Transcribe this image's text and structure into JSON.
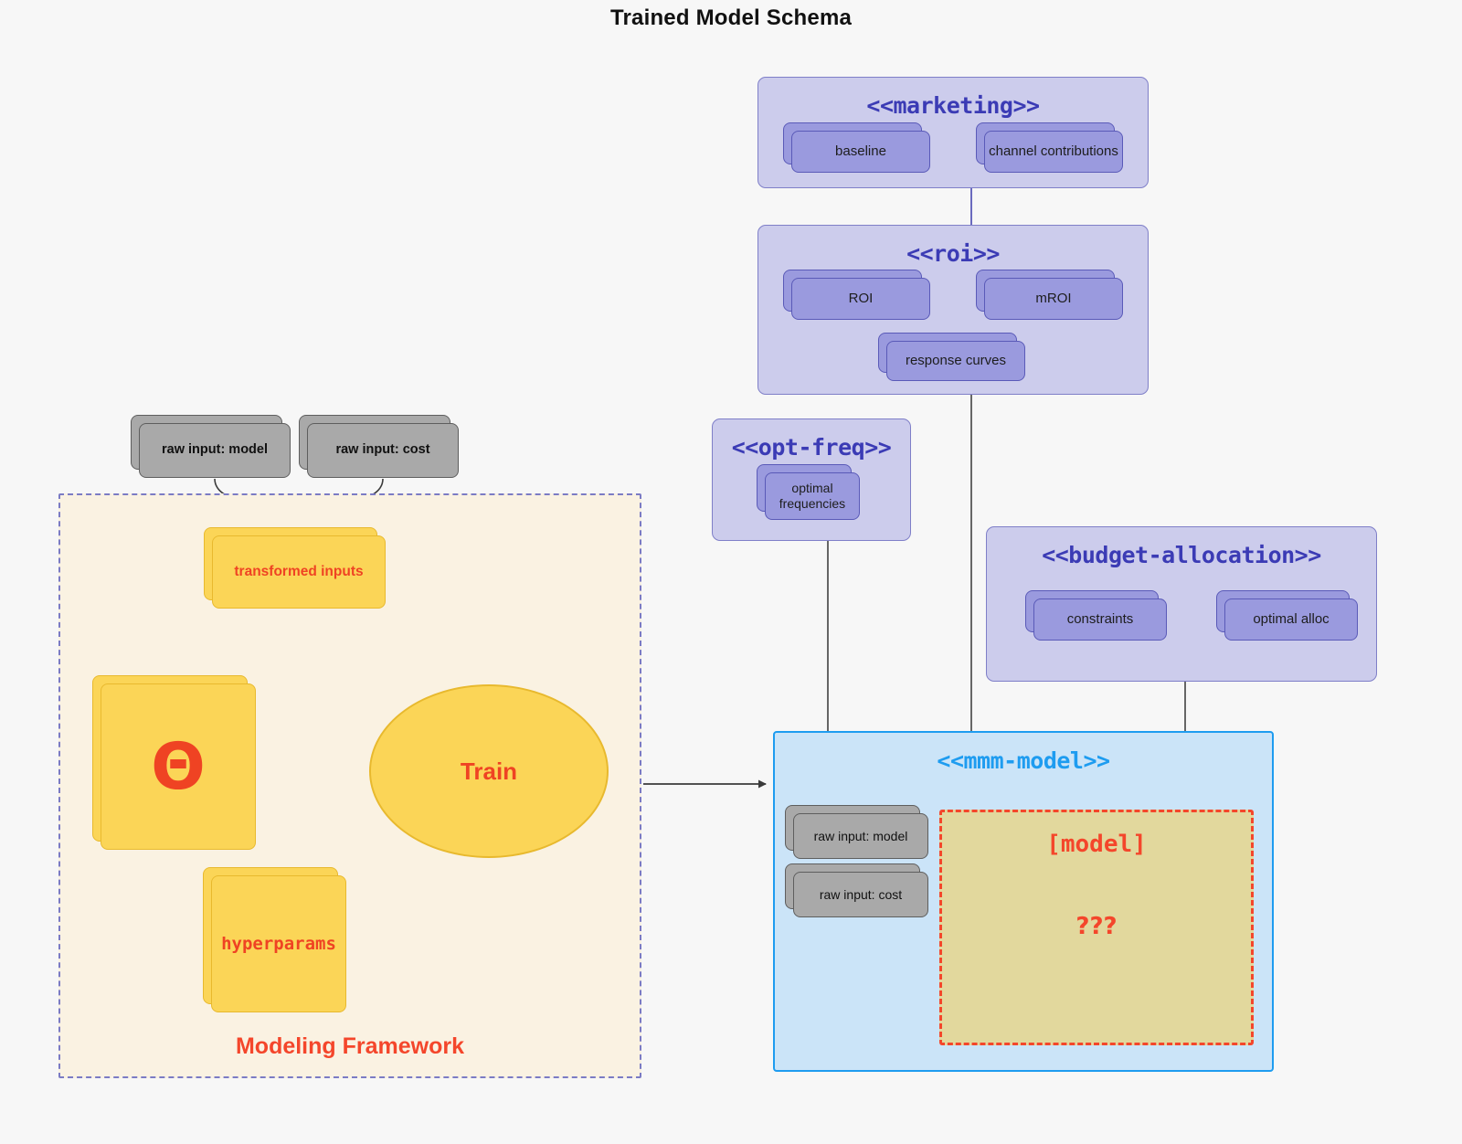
{
  "title": "Trained Model Schema",
  "modeling_framework": {
    "label": "Modeling Framework",
    "raw_inputs": [
      {
        "label": "raw input: model"
      },
      {
        "label": "raw input: cost"
      }
    ],
    "transformed_inputs": "transformed inputs",
    "theta_symbol": "Θ",
    "hyperparams": "hyperparams",
    "train": "Train"
  },
  "packages": {
    "marketing": {
      "title": "<<marketing>>",
      "nodes": [
        {
          "label": "baseline"
        },
        {
          "label": "channel contributions"
        }
      ]
    },
    "roi": {
      "title": "<<roi>>",
      "nodes": [
        {
          "label": "ROI"
        },
        {
          "label": "mROI"
        },
        {
          "label": "response curves"
        }
      ]
    },
    "opt_freq": {
      "title": "<<opt-freq>>",
      "nodes": [
        {
          "label": "optimal frequencies"
        }
      ]
    },
    "budget_allocation": {
      "title": "<<budget-allocation>>",
      "nodes": [
        {
          "label": "constraints"
        },
        {
          "label": "optimal alloc"
        }
      ]
    },
    "mmm_model": {
      "title": "<<mmm-model>>",
      "raw_inputs": [
        {
          "label": "raw input: model"
        },
        {
          "label": "raw input: cost"
        }
      ],
      "model_label": "[model]",
      "model_unknown": "???"
    }
  },
  "colors": {
    "background": "#f7f7f7",
    "package_fill": "#ccccec",
    "package_border": "#7f7fc8",
    "package_title": "#3b3bb5",
    "node_blue_fill": "#9a9ade",
    "node_blue_border": "#5a5ab8",
    "node_gray_fill": "#a9a9a9",
    "node_gray_border": "#5e5e5e",
    "node_yellow_fill": "#fbd557",
    "node_yellow_border": "#e8b92e",
    "accent_red": "#f4462b",
    "mmm_fill": "#cbe4f8",
    "mmm_border": "#1e9cf0",
    "model_region_fill": "#e2d89d",
    "framework_fill": "#faf2e2",
    "framework_border": "#7b7bc4"
  }
}
